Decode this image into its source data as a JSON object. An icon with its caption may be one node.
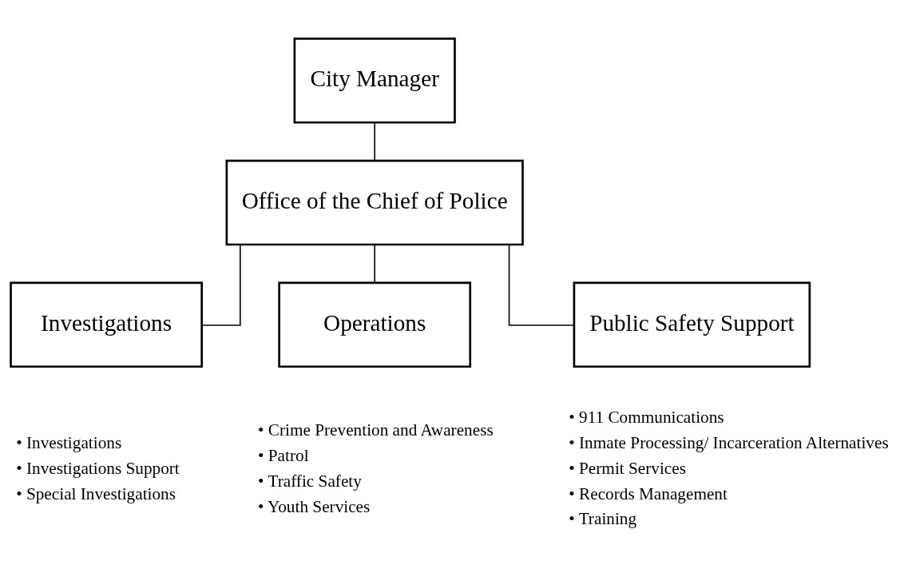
{
  "diagram": {
    "nodes": [
      {
        "text": [
          "City Manager"
        ]
      },
      {
        "text": [
          "Office of the Chief of Police"
        ]
      },
      {
        "text": [
          "Investigations"
        ],
        "beside": [
          "• Investigations",
          "• Investigations Support",
          "• Special Investigations"
        ]
      },
      {
        "text": [
          "Operations"
        ],
        "beside": [
          "• Crime Prevention and Awareness",
          "• Patrol",
          "• Traffic Safety",
          "• Youth Services"
        ]
      },
      {
        "text": [
          "Public Safety Support"
        ],
        "beside": [
          "• 911 Communications",
          "• Inmate Processing/ Incarceration Alternatives",
          "• Permit Services",
          "• Records Management",
          "• Training"
        ]
      }
    ],
    "edges": [
      {
        "from": 0,
        "to": 1,
        "arrow": "none"
      },
      {
        "from": 1,
        "to": 2,
        "arrow": "none"
      },
      {
        "from": 1,
        "to": 3,
        "arrow": "none"
      },
      {
        "from": 1,
        "to": 4,
        "arrow": "none"
      }
    ]
  }
}
